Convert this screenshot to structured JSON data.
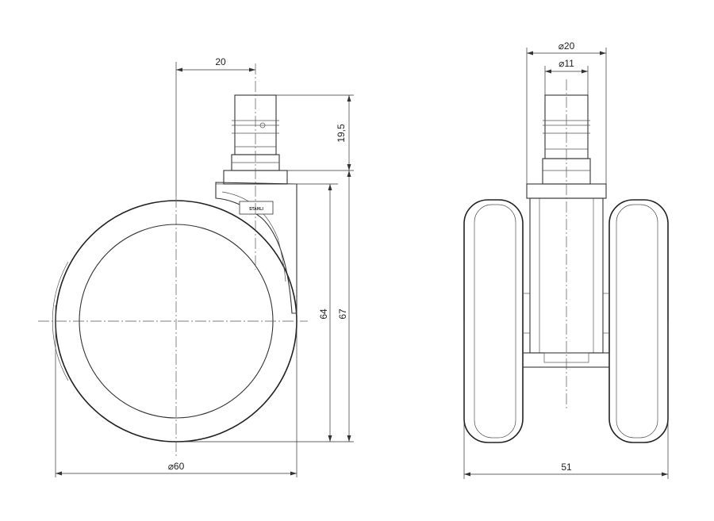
{
  "dimensions": {
    "side_stem_offset": "20",
    "stem_height": "19,5",
    "wheel_height": "64",
    "overall_height": "67",
    "wheel_diameter": "⌀60",
    "stem_outer_diameter": "⌀20",
    "stem_inner_diameter": "⌀11",
    "overall_width": "51"
  },
  "logo": {
    "brand": "STAHLI"
  }
}
